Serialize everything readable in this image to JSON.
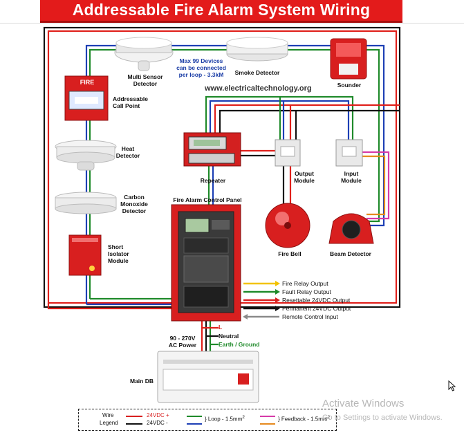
{
  "title": "Addressable Fire Alarm System Wiring",
  "website": "www.electricaltechnology.org",
  "loop_note": [
    "Max 99 Devices",
    "can be connected",
    "per loop - 3.3kM"
  ],
  "devices": {
    "multi_sensor": [
      "Multi Sensor",
      "Detector"
    ],
    "smoke": "Smoke Detector",
    "sounder": "Sounder",
    "call_point": [
      "Addressable",
      "Call Point"
    ],
    "call_point_face": "FIRE",
    "heat": [
      "Heat",
      "Detector"
    ],
    "co": [
      "Carbon",
      "Monoxide",
      "Detector"
    ],
    "isolator": [
      "Short",
      "Isolator",
      "Module"
    ],
    "repeater": "Repeater",
    "output_module": [
      "Output",
      "Module"
    ],
    "input_module": [
      "Input",
      "Module"
    ],
    "panel": "Fire Alarm Control Panel",
    "fire_bell": "Fire Bell",
    "beam": "Beam Detector",
    "main_db": "Main DB",
    "power": [
      "90 - 270V",
      "AC Power"
    ]
  },
  "power_lines": {
    "l": "L",
    "neutral": "Neutral",
    "earth": "Earth / Ground"
  },
  "outputs": [
    {
      "label": "Fire Relay Output",
      "color": "#f2c300"
    },
    {
      "label": "Fault Relay Output",
      "color": "#1f8a2a"
    },
    {
      "label": "Resettable 24VDC Output",
      "color": "#d81f1f"
    },
    {
      "label": "Permanent 24VDC Output",
      "color": "#111111"
    },
    {
      "label": "Remote Control Input",
      "color": "#8a8a8a"
    }
  ],
  "legend": {
    "title": [
      "Wire",
      "Legend"
    ],
    "pos": "24VDC +",
    "neg": "24VDC -",
    "loop": "Loop - 1.5mm",
    "feedback": "Feedback - 1.5mm",
    "sup": "2"
  },
  "watermark": [
    "Activate Windows",
    "Go to Settings to activate Windows."
  ],
  "colors": {
    "red": "#e0201b",
    "black": "#111111",
    "green": "#1f8a2a",
    "blue": "#1d3fb5",
    "pink": "#d63aa8",
    "orange": "#e68a1e"
  }
}
